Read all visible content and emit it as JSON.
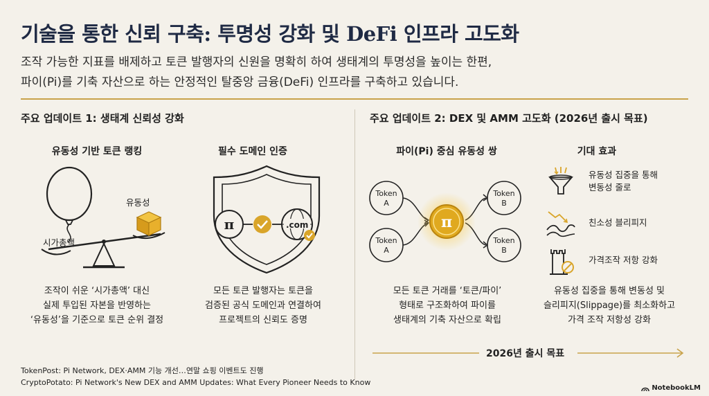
{
  "header": {
    "title": "기술을 통한 신뢰 구축: 투명성 강화 및 DeFi 인프라 고도화",
    "subtitle_line1": "조작 가능한 지표를 배제하고 토큰 발행자의 신원을 명확히 하여 생태계의 투명성을 높이는 한편,",
    "subtitle_line2": "파이(Pi)를 기축 자산으로 하는 안정적인 탈중앙 금융(DeFi) 인프라를 구축하고 있습니다."
  },
  "update1": {
    "heading": "주요 업데이트 1: 생태계 신뢰성 강화",
    "ranking": {
      "title": "유동성 기반 토큰 랭킹",
      "balloon_label": "시가총액",
      "box_label": "유동성",
      "desc_line1": "조작이 쉬운 ‘시가총액’ 대신",
      "desc_line2": "실제 투입된 자본을 반영하는",
      "desc_line3": "‘유동성’을 기준으로 토큰 순위 결정"
    },
    "domain": {
      "title": "필수 도메인 인증",
      "com_label": ".com",
      "desc_line1": "모든 토큰 발행자는 토큰을",
      "desc_line2": "검증된 공식 도메인과 연결하여",
      "desc_line3": "프로젝트의 신뢰도 증명"
    }
  },
  "update2": {
    "heading": "주요 업데이트 2: DEX 및 AMM 고도화 (2026년 출시 목표)",
    "pairs": {
      "title": "파이(Pi) 중심 유동성 쌍",
      "token_word": "Token",
      "token_a": "A",
      "token_b": "B",
      "desc_line1": "모든 토큰 거래를 ‘토큰/파이’",
      "desc_line2": "형태로 구조화하여 파이를",
      "desc_line3": "생태계의 기축 자산으로 확립"
    },
    "effects": {
      "title": "기대 효과",
      "items": [
        {
          "icon": "funnel-icon",
          "line1": "유동성 집중을 통해",
          "line2": "변동성 줄로"
        },
        {
          "icon": "wave-icon",
          "line1": "친소성 블리피지",
          "line2": ""
        },
        {
          "icon": "tower-icon",
          "line1": "가격조작 저항 강화",
          "line2": ""
        }
      ],
      "desc_line1": "유동성 집중을 통해 변동성 및",
      "desc_line2": "슬리피지(Slippage)를 최소화하고",
      "desc_line3": "가격 조작 저항성 강화"
    },
    "timeline_label": "2026년 출시 목표"
  },
  "sources": {
    "line1": "TokenPost: Pi Network, DEX·AMM 기능 개선…연말 쇼핑 이벤트도 진행",
    "line2": "CryptoPotato: Pi Network's New DEX and AMM Updates: What Every Pioneer Needs to Know"
  },
  "brand": "NotebookLM",
  "colors": {
    "accent_gold": "#c8a24a",
    "pi_gold": "#e0a91f",
    "title_navy": "#1f2a44",
    "background": "#f4f1ea"
  }
}
